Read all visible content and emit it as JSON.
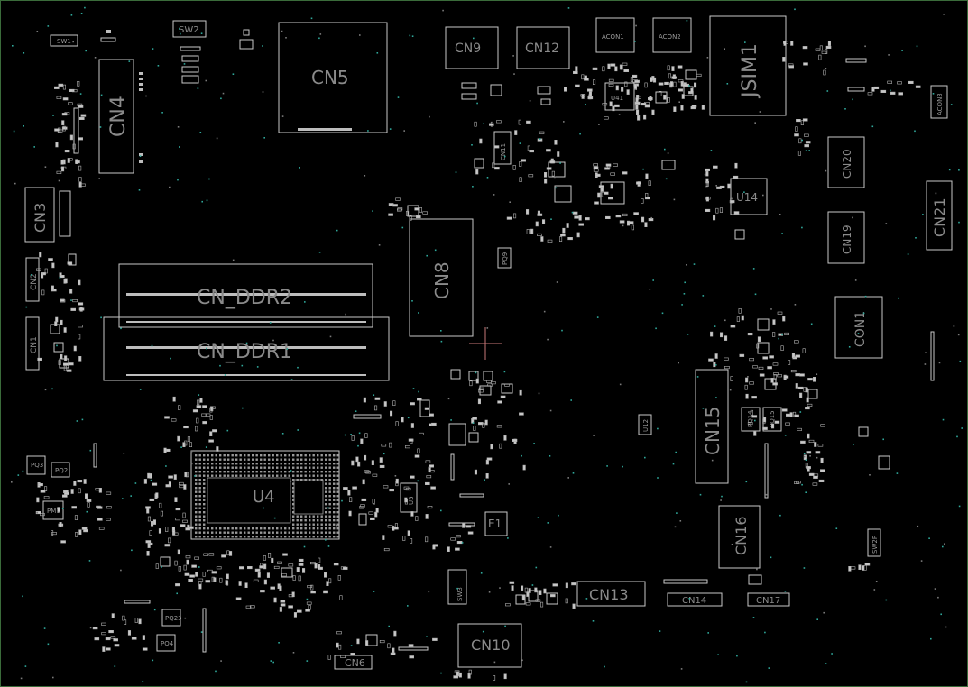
{
  "board": {
    "background": "#000000",
    "border_color": "#3a6b3a",
    "outline_color": "#c8c8c8",
    "label_color": "#8a8a8a",
    "via_color": "#2fa79a",
    "cursor_color": "#c87878"
  },
  "labels": {
    "cn5": "CN5",
    "cn9": "CN9",
    "cn12": "CN12",
    "acon1": "ACON1",
    "acon2": "ACON2",
    "jsim1": "JSIM1",
    "cn4": "CN4",
    "cn3": "CN3",
    "cn2": "CN2",
    "cn1": "CN1",
    "sw1": "SW1",
    "sw2": "SW2",
    "cn11": "CN11",
    "u41": "U41",
    "u14": "U14",
    "cn20": "CN20",
    "cn19": "CN19",
    "cn21": "CN21",
    "acon3": "ACON3",
    "cn8": "CN8",
    "cn_ddr2": "CN_DDR2",
    "cn_ddr1": "CN_DDR1",
    "con1": "CON1",
    "cn15": "CN15",
    "u4": "U4",
    "u5": "U5",
    "e1": "E1",
    "cn16": "CN16",
    "cn13": "CN13",
    "cn14": "CN14",
    "cn17": "CN17",
    "sw3": "SW3",
    "cn10": "CN10",
    "cn6": "CN6",
    "pq3": "PQ3",
    "pq2": "PQ2",
    "pm1": "PM1",
    "pq23": "PQ23",
    "pq4": "PQ4",
    "pq14": "PQ14",
    "pq15": "PQ15",
    "u12": "U12",
    "sw2p": "SW2P",
    "pq9": "PQ9"
  }
}
